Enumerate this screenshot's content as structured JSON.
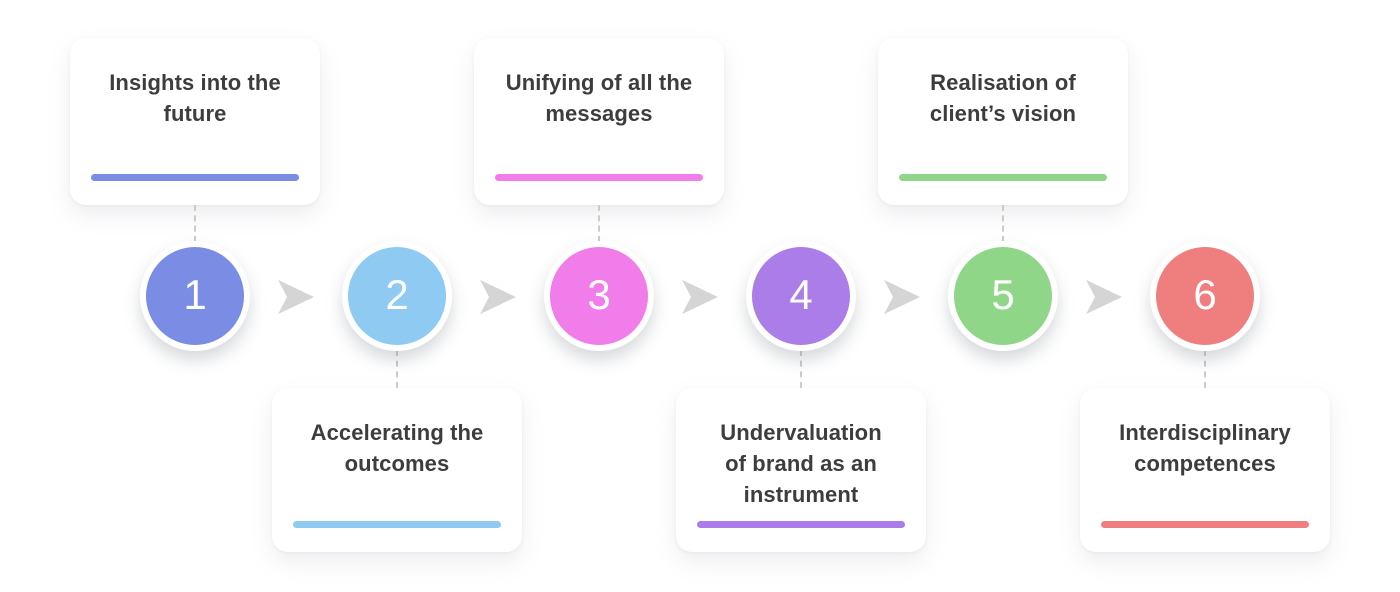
{
  "diagram": {
    "background": "#ffffff",
    "text_color": "#3d3d3d",
    "arrow_color": "#d5d5d5",
    "connector_color": "#cbcbcb",
    "steps": [
      {
        "number": "1",
        "lines": [
          "Insights into the",
          "future"
        ],
        "color": "#7b8ce5",
        "card_position": "top"
      },
      {
        "number": "2",
        "lines": [
          "Accelerating the",
          "outcomes"
        ],
        "color": "#8ecaf1",
        "card_position": "bottom"
      },
      {
        "number": "3",
        "lines": [
          "Unifying of all the",
          "messages"
        ],
        "color": "#f07de9",
        "card_position": "top"
      },
      {
        "number": "4",
        "lines": [
          "Undervaluation",
          "of brand as an",
          "instrument"
        ],
        "color": "#ab7de9",
        "card_position": "bottom"
      },
      {
        "number": "5",
        "lines": [
          "Realisation of",
          "client’s vision"
        ],
        "color": "#90d689",
        "card_position": "top"
      },
      {
        "number": "6",
        "lines": [
          "Interdisciplinary",
          "competences"
        ],
        "color": "#ef7f7f",
        "card_position": "bottom"
      }
    ]
  }
}
